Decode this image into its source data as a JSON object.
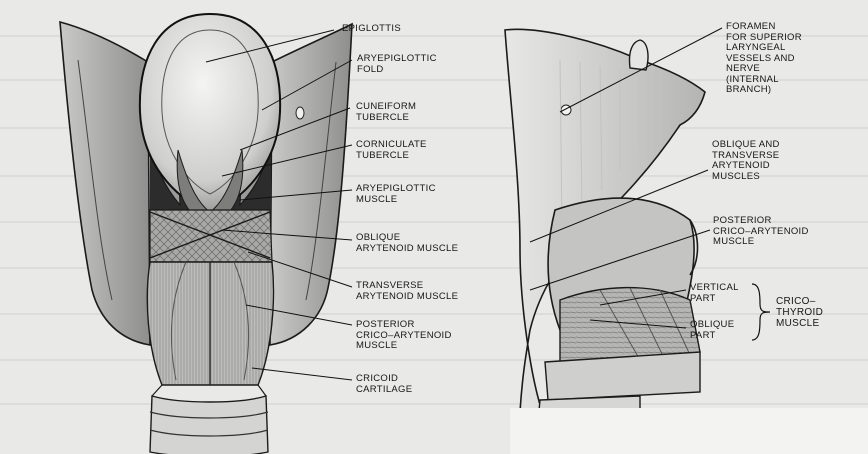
{
  "figure": {
    "left_view_labels": {
      "epiglottis": "EPIGLOTTIS",
      "aryepiglottic_fold": "ARYEPIGLOTTIC\nFOLD",
      "cuneiform_tubercle": "CUNEIFORM\nTUBERCLE",
      "corniculate_tubercle": "CORNICULATE\nTUBERCLE",
      "aryepiglottic_muscle": "ARYEPIGLOTTIC\nMUSCLE",
      "oblique_arytenoid": "OBLIQUE\nARYTENOID MUSCLE",
      "transverse_arytenoid": "TRANSVERSE\nARYTENOID MUSCLE",
      "posterior_crico_arytenoid": "POSTERIOR\nCRICO–ARYTENOID\nMUSCLE",
      "cricoid_cartilage": "CRICOID\nCARTILAGE"
    },
    "right_view_labels": {
      "foramen": "FORAMEN\nFOR SUPERIOR\nLARYNGEAL\nVESSELS AND\nNERVE\n(INTERNAL\nBRANCH)",
      "oblique_transverse_arytenoid": "OBLIQUE AND\nTRANSVERSE\nARYTENOID\nMUSCLES",
      "posterior_crico_arytenoid": "POSTERIOR\nCRICO–ARYTENOID\nMUSCLE",
      "vertical_part": "VERTICAL\nPART",
      "oblique_part": "OBLIQUE\nPART",
      "cricothyroid_muscle": "CRICO–\nTHYROID\nMUSCLE"
    }
  }
}
